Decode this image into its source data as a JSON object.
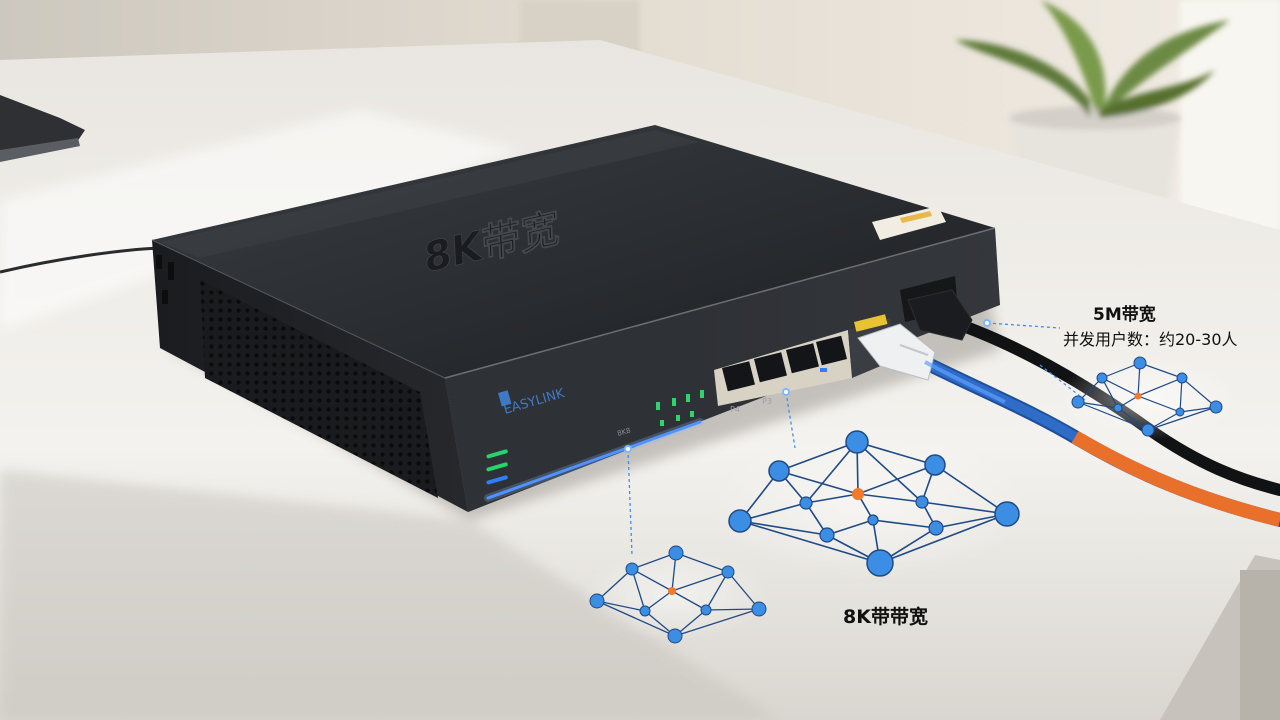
{
  "labels": {
    "bandwidth_5m": "5M带宽",
    "concurrent_users": "并发用户数：约20-30人",
    "bandwidth_8k": "8K带带宽"
  },
  "device": {
    "top_logo": "8K带宽",
    "front_brand": "EASYLINK",
    "front_small_label": "8K8",
    "port_labels": [
      "P4",
      "P3"
    ]
  },
  "colors": {
    "node_blue": "#3b8ee3",
    "hub_orange": "#f27a2a",
    "line_navy": "#1e4a86",
    "accent_blue": "#2f7fe6",
    "cable_orange": "#e8702a",
    "cable_blue": "#2f6cc8"
  }
}
